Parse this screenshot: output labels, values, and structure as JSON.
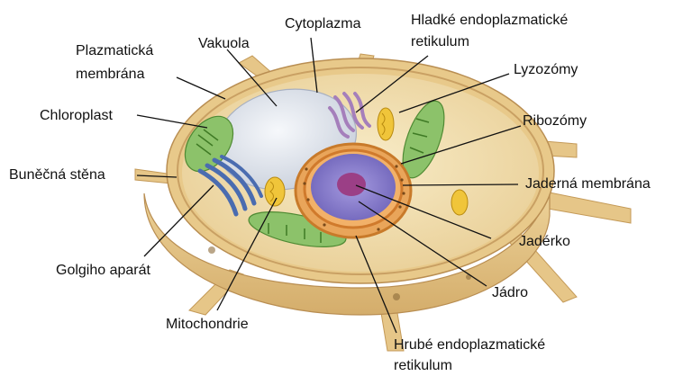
{
  "labels": {
    "cytoplazma": "Cytoplazma",
    "hladke_er_line1": "Hladké endoplazmatické",
    "hladke_er_line2": "retikulum",
    "plazmaticka_line1": "Plazmatická",
    "plazmaticka_line2": "membrána",
    "vakuola": "Vakuola",
    "lyzozomy": "Lyzozómy",
    "chloroplast": "Chloroplast",
    "ribozomy": "Ribozómy",
    "bunecna_stena": "Buněčná stěna",
    "jaderna_membrana": "Jaderná membrána",
    "jaderko": "Jadérko",
    "golgiho": "Golgiho aparát",
    "jadro": "Jádro",
    "mitochondrie": "Mitochondrie",
    "hrube_er_line1": "Hrubé endoplazmatické",
    "hrube_er_line2": "retikulum"
  },
  "colors": {
    "cell_wall": "#e8c98a",
    "cell_wall_shade": "#c9a063",
    "cytoplasm": "#f3dfb2",
    "vacuole": "#e8ecf2",
    "nucleus": "#7f74c9",
    "nucleolus": "#9b3f86",
    "nuclear_envelope": "#e0883a",
    "chloroplast": "#8cc26a",
    "golgi": "#5a7cc0",
    "smooth_er": "#b58fc8",
    "mitochondria": "#f0c53a",
    "leader_line": "#111111"
  }
}
